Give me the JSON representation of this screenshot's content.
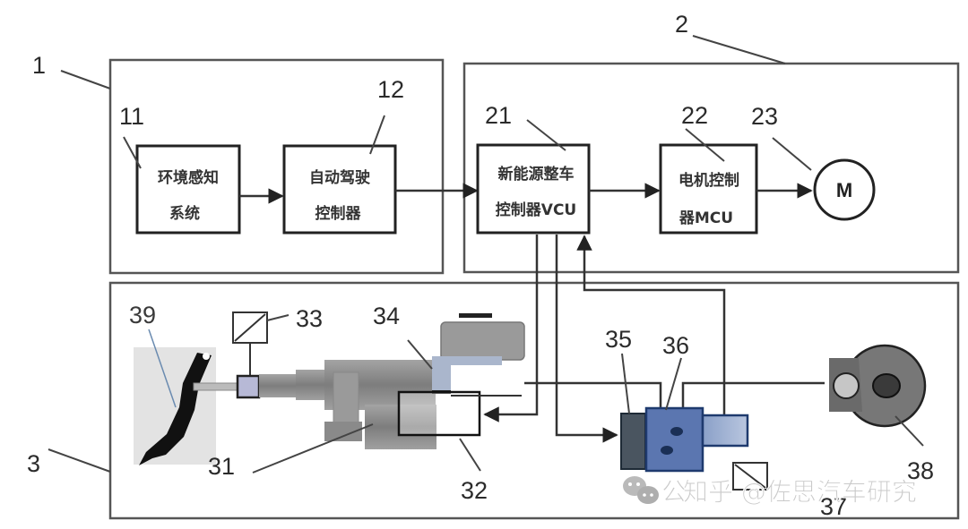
{
  "diagram": {
    "groups": [
      {
        "id": "1",
        "label": "1"
      },
      {
        "id": "2",
        "label": "2"
      },
      {
        "id": "3",
        "label": "3"
      }
    ],
    "blocks": {
      "env_perception": {
        "ref": "11",
        "line1": "环境感知",
        "line2": "系统"
      },
      "autodrive_controller": {
        "ref": "12",
        "line1": "自动驾驶",
        "line2": "控制器"
      },
      "vcu": {
        "ref": "21",
        "line1": "新能源整车",
        "line2": "控制器VCU"
      },
      "mcu": {
        "ref": "22",
        "line1": "电机控制",
        "line2": "器MCU"
      },
      "motor": {
        "ref": "23",
        "symbol": "M"
      }
    },
    "components": {
      "master_cylinder": {
        "ref": "31"
      },
      "valve_32": {
        "ref": "32"
      },
      "pedal_sensor": {
        "ref": "33"
      },
      "reservoir_pipe": {
        "ref": "34"
      },
      "actuator_35": {
        "ref": "35"
      },
      "pump_36": {
        "ref": "36"
      },
      "sensor_37": {
        "ref": "37"
      },
      "brake_disc": {
        "ref": "38"
      },
      "brake_pedal": {
        "ref": "39"
      }
    },
    "colors": {
      "pump_blue": "#5b76b0",
      "pump_dark": "#4a5560",
      "cylinder_gray": "#8f8f8f",
      "reservoir_blue": "#aab6cc",
      "pedal_bg": "#e3e3e3"
    }
  },
  "watermark": {
    "text": "知乎 @佐思汽车研究",
    "prefix": "公"
  }
}
